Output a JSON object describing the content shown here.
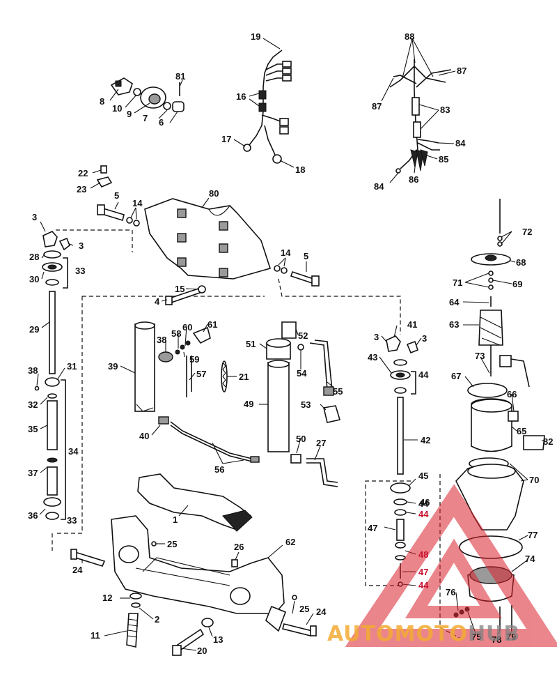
{
  "callouts": [
    {
      "id": "c1",
      "text": "1"
    },
    {
      "id": "c2",
      "text": "2"
    },
    {
      "id": "c3a",
      "text": "3"
    },
    {
      "id": "c3b",
      "text": "3"
    },
    {
      "id": "c3c",
      "text": "3"
    },
    {
      "id": "c3d",
      "text": "3"
    },
    {
      "id": "c4",
      "text": "4"
    },
    {
      "id": "c5a",
      "text": "5"
    },
    {
      "id": "c5b",
      "text": "5"
    },
    {
      "id": "c6",
      "text": "6"
    },
    {
      "id": "c7",
      "text": "7"
    },
    {
      "id": "c8",
      "text": "8"
    },
    {
      "id": "c9",
      "text": "9"
    },
    {
      "id": "c10",
      "text": "10"
    },
    {
      "id": "c11",
      "text": "11"
    },
    {
      "id": "c12",
      "text": "12"
    },
    {
      "id": "c13",
      "text": "13"
    },
    {
      "id": "c14a",
      "text": "14"
    },
    {
      "id": "c14b",
      "text": "14"
    },
    {
      "id": "c15",
      "text": "15"
    },
    {
      "id": "c16",
      "text": "16"
    },
    {
      "id": "c17",
      "text": "17"
    },
    {
      "id": "c18",
      "text": "18"
    },
    {
      "id": "c19",
      "text": "19"
    },
    {
      "id": "c20",
      "text": "20"
    },
    {
      "id": "c21",
      "text": "21"
    },
    {
      "id": "c22",
      "text": "22"
    },
    {
      "id": "c23",
      "text": "23"
    },
    {
      "id": "c24a",
      "text": "24"
    },
    {
      "id": "c24b",
      "text": "24"
    },
    {
      "id": "c25a",
      "text": "25"
    },
    {
      "id": "c25b",
      "text": "25"
    },
    {
      "id": "c26",
      "text": "26"
    },
    {
      "id": "c27",
      "text": "27"
    },
    {
      "id": "c28",
      "text": "28"
    },
    {
      "id": "c29",
      "text": "29"
    },
    {
      "id": "c30",
      "text": "30"
    },
    {
      "id": "c31",
      "text": "31"
    },
    {
      "id": "c32",
      "text": "32"
    },
    {
      "id": "c33a",
      "text": "33"
    },
    {
      "id": "c33b",
      "text": "33"
    },
    {
      "id": "c34",
      "text": "34"
    },
    {
      "id": "c35",
      "text": "35"
    },
    {
      "id": "c36",
      "text": "36"
    },
    {
      "id": "c37",
      "text": "37"
    },
    {
      "id": "c38a",
      "text": "38"
    },
    {
      "id": "c38b",
      "text": "38"
    },
    {
      "id": "c39",
      "text": "39"
    },
    {
      "id": "c40",
      "text": "40"
    },
    {
      "id": "c41",
      "text": "41"
    },
    {
      "id": "c42",
      "text": "42"
    },
    {
      "id": "c43",
      "text": "43"
    },
    {
      "id": "c44a",
      "text": "44"
    },
    {
      "id": "c44b",
      "text": "44"
    },
    {
      "id": "c44c",
      "text": "44"
    },
    {
      "id": "c44d",
      "text": "44"
    },
    {
      "id": "c45",
      "text": "45"
    },
    {
      "id": "c46",
      "text": "46"
    },
    {
      "id": "c47a",
      "text": "47"
    },
    {
      "id": "c47b",
      "text": "47"
    },
    {
      "id": "c48",
      "text": "48"
    },
    {
      "id": "c49",
      "text": "49"
    },
    {
      "id": "c50",
      "text": "50"
    },
    {
      "id": "c51",
      "text": "51"
    },
    {
      "id": "c52",
      "text": "52"
    },
    {
      "id": "c53",
      "text": "53"
    },
    {
      "id": "c54",
      "text": "54"
    },
    {
      "id": "c55",
      "text": "55"
    },
    {
      "id": "c56",
      "text": "56"
    },
    {
      "id": "c57",
      "text": "57"
    },
    {
      "id": "c58",
      "text": "58"
    },
    {
      "id": "c59",
      "text": "59"
    },
    {
      "id": "c60",
      "text": "60"
    },
    {
      "id": "c61",
      "text": "61"
    },
    {
      "id": "c62",
      "text": "62"
    },
    {
      "id": "c63",
      "text": "63"
    },
    {
      "id": "c64",
      "text": "64"
    },
    {
      "id": "c65",
      "text": "65"
    },
    {
      "id": "c66",
      "text": "66"
    },
    {
      "id": "c67",
      "text": "67"
    },
    {
      "id": "c68",
      "text": "68"
    },
    {
      "id": "c69",
      "text": "69"
    },
    {
      "id": "c70",
      "text": "70"
    },
    {
      "id": "c71",
      "text": "71"
    },
    {
      "id": "c72",
      "text": "72"
    },
    {
      "id": "c73",
      "text": "73"
    },
    {
      "id": "c74",
      "text": "74"
    },
    {
      "id": "c75",
      "text": "75"
    },
    {
      "id": "c76",
      "text": "76"
    },
    {
      "id": "c77",
      "text": "77"
    },
    {
      "id": "c78",
      "text": "78"
    },
    {
      "id": "c79",
      "text": "79"
    },
    {
      "id": "c80",
      "text": "80"
    },
    {
      "id": "c81",
      "text": "81"
    },
    {
      "id": "c82",
      "text": "82"
    },
    {
      "id": "c83",
      "text": "83"
    },
    {
      "id": "c84a",
      "text": "84"
    },
    {
      "id": "c84b",
      "text": "84"
    },
    {
      "id": "c85",
      "text": "85"
    },
    {
      "id": "c86",
      "text": "86"
    },
    {
      "id": "c87a",
      "text": "87"
    },
    {
      "id": "c87b",
      "text": "87"
    },
    {
      "id": "c88",
      "text": "88"
    }
  ],
  "watermark": {
    "text_part1": "AUTOMOTO",
    "text_part2": "HUB",
    "colors": {
      "text_primary": "#f2aa32",
      "text_secondary": "#828282",
      "triangle": "#d9232e"
    }
  },
  "colors": {
    "line": "#111111",
    "background": "#ffffff",
    "accent_red_labels": "#c8102e"
  }
}
